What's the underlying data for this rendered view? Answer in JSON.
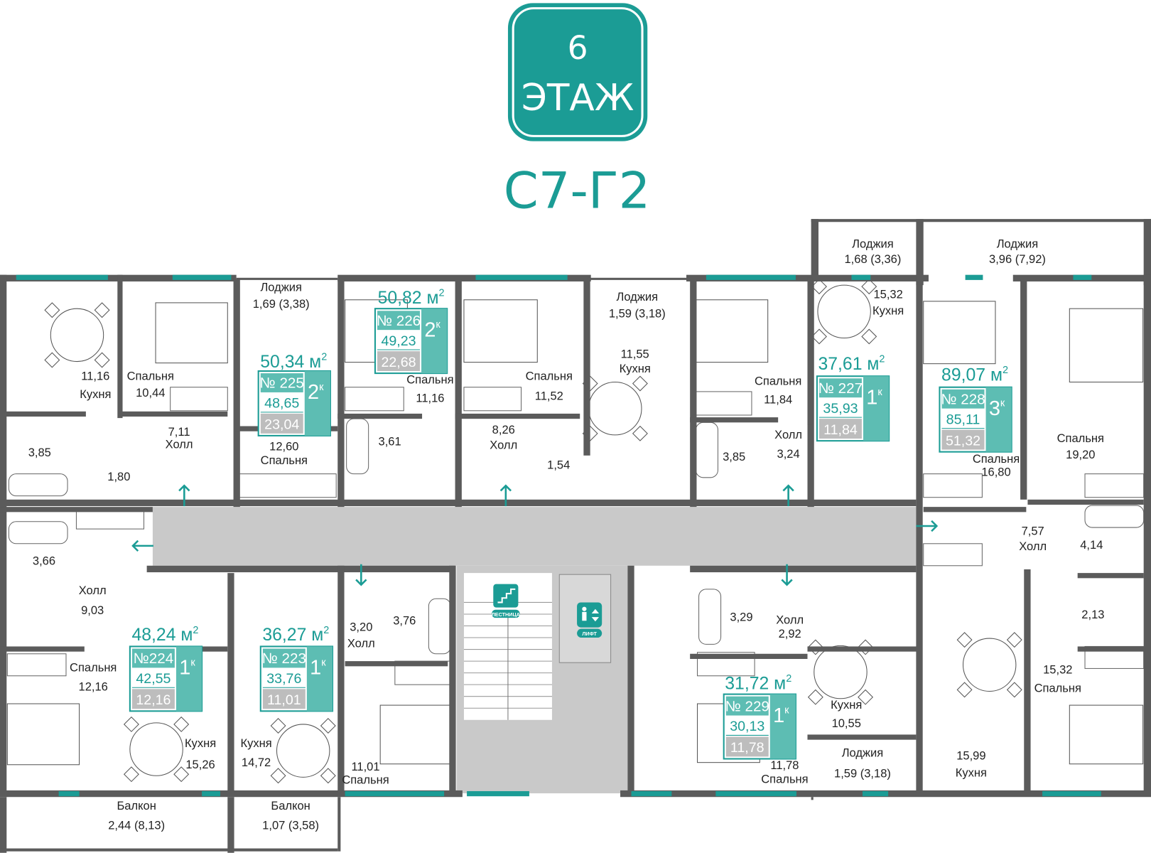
{
  "header": {
    "floor_number": "6",
    "floor_word": "ЭТАЖ",
    "section": "С7-Г2"
  },
  "colors": {
    "accent": "#1b9c95",
    "badge": "#5dbdb3",
    "wall": "#5b5b5b",
    "corridor": "#c9c9c9",
    "kitchen_area": "#bdbdbd"
  },
  "apartments": [
    {
      "number": "№ 225",
      "total": "50,34",
      "unit": "м",
      "living": "48,65",
      "kitchen": "23,04",
      "rooms": "2",
      "rooms_suffix": "к"
    },
    {
      "number": "№ 226",
      "total": "50,82",
      "unit": "м",
      "living": "49,23",
      "kitchen": "22,68",
      "rooms": "2",
      "rooms_suffix": "к"
    },
    {
      "number": "№ 227",
      "total": "37,61",
      "unit": "м",
      "living": "35,93",
      "kitchen": "11,84",
      "rooms": "1",
      "rooms_suffix": "к"
    },
    {
      "number": "№ 228",
      "total": "89,07",
      "unit": "м",
      "living": "85,11",
      "kitchen": "51,32",
      "rooms": "3",
      "rooms_suffix": "к"
    },
    {
      "number": "№224",
      "total": "48,24",
      "unit": "м",
      "living": "42,55",
      "kitchen": "12,16",
      "rooms": "1",
      "rooms_suffix": "к"
    },
    {
      "number": "№ 223",
      "total": "36,27",
      "unit": "м",
      "living": "33,76",
      "kitchen": "11,01",
      "rooms": "1",
      "rooms_suffix": "к"
    },
    {
      "number": "№ 229",
      "total": "31,72",
      "unit": "м",
      "living": "30,13",
      "kitchen": "11,78",
      "rooms": "1",
      "rooms_suffix": "к"
    }
  ],
  "rooms": [
    {
      "lines": [
        "11,16",
        "Кухня"
      ]
    },
    {
      "lines": [
        "Спальня",
        "10,44"
      ]
    },
    {
      "lines": [
        "Лоджия",
        "1,69 (3,38)"
      ]
    },
    {
      "lines": [
        "7,11",
        "Холл"
      ]
    },
    {
      "lines": [
        "3,85"
      ]
    },
    {
      "lines": [
        "1,80"
      ]
    },
    {
      "lines": [
        "12,60",
        "Спальня"
      ]
    },
    {
      "lines": [
        "Спальня",
        "11,16"
      ]
    },
    {
      "lines": [
        "3,61"
      ]
    },
    {
      "lines": [
        "Спальня",
        "11,52"
      ]
    },
    {
      "lines": [
        "8,26",
        "Холл"
      ]
    },
    {
      "lines": [
        "1,54"
      ]
    },
    {
      "lines": [
        "Лоджия",
        "1,59 (3,18)"
      ]
    },
    {
      "lines": [
        "11,55",
        "Кухня"
      ]
    },
    {
      "lines": [
        "Спальня",
        "11,84"
      ]
    },
    {
      "lines": [
        "3,85"
      ]
    },
    {
      "lines": [
        "Холл",
        "3,24"
      ]
    },
    {
      "lines": [
        "Лоджия",
        "1,68 (3,36)"
      ]
    },
    {
      "lines": [
        "15,32",
        "Кухня"
      ]
    },
    {
      "lines": [
        "Лоджия",
        "3,96 (7,92)"
      ]
    },
    {
      "lines": [
        "Спальня",
        "16,80"
      ]
    },
    {
      "lines": [
        "Спальня",
        "19,20"
      ]
    },
    {
      "lines": [
        "7,57",
        "Холл"
      ]
    },
    {
      "lines": [
        "4,14"
      ]
    },
    {
      "lines": [
        "2,13"
      ]
    },
    {
      "lines": [
        "15,32",
        "Спальня"
      ]
    },
    {
      "lines": [
        "15,99",
        "Кухня"
      ]
    },
    {
      "lines": [
        "3,66"
      ]
    },
    {
      "lines": [
        "Холл",
        "9,03"
      ]
    },
    {
      "lines": [
        "Спальня",
        "12,16"
      ]
    },
    {
      "lines": [
        "Кухня",
        "15,26"
      ]
    },
    {
      "lines": [
        "Кухня",
        "14,72"
      ]
    },
    {
      "lines": [
        "3,20",
        "Холл"
      ]
    },
    {
      "lines": [
        "3,76"
      ]
    },
    {
      "lines": [
        "11,01",
        "Спальня"
      ]
    },
    {
      "lines": [
        "Балкон",
        "2,44 (8,13)"
      ]
    },
    {
      "lines": [
        "Балкон",
        "1,07 (3,58)"
      ]
    },
    {
      "lines": [
        "3,29"
      ]
    },
    {
      "lines": [
        "Холл",
        "2,92"
      ]
    },
    {
      "lines": [
        "Кухня",
        "10,55"
      ]
    },
    {
      "lines": [
        "Лоджия",
        "1,59 (3,18)"
      ]
    },
    {
      "lines": [
        "11,78",
        "Спальня"
      ]
    }
  ],
  "core": {
    "stairs_label": "ЛЕСТНИЦА",
    "lift_label": "ЛИФТ"
  }
}
